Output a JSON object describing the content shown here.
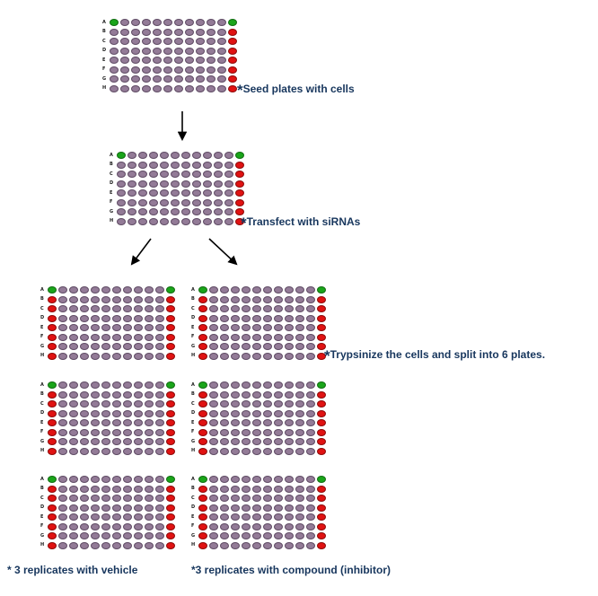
{
  "colors": {
    "purple": "#937b97",
    "border_purple": "#5e4a63",
    "green": "#1aa51a",
    "border_green": "#0f6b0f",
    "red": "#e01212",
    "border_red": "#8d0808",
    "text": "#17365d",
    "arrow": "#000000"
  },
  "row_labels": [
    "A",
    "B",
    "C",
    "D",
    "E",
    "F",
    "G",
    "H"
  ],
  "plate_columns": 12,
  "plate_patterns": {
    "seed": [
      "GPPPPPPPPPPG",
      "PPPPPPPPPPPR",
      "PPPPPPPPPPPR",
      "PPPPPPPPPPPR",
      "PPPPPPPPPPPR",
      "PPPPPPPPPPPR",
      "PPPPPPPPPPPR",
      "PPPPPPPPPPPR"
    ],
    "split": [
      "GPPPPPPPPPPG",
      "RPPPPPPPPPPR",
      "RPPPPPPPPPPR",
      "RPPPPPPPPPPR",
      "RPPPPPPPPPPR",
      "RPPPPPPPPPPR",
      "RPPPPPPPPPPR",
      "RPPPPPPPPPPR"
    ]
  },
  "labels": {
    "asterisk": "*",
    "seed": "Seed plates with cells",
    "transfect": "Transfect with siRNAs",
    "trypsinize": "Trypsinize the cells and split into 6 plates.",
    "vehicle": "* 3 replicates with vehicle",
    "compound": "*3 replicates with compound (inhibitor)"
  }
}
